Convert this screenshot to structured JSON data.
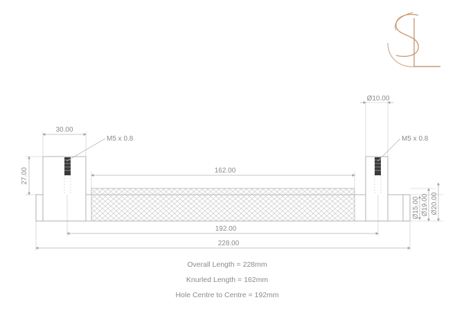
{
  "logo": {
    "text": "SL",
    "color": "#c79a73"
  },
  "dimensions": {
    "post_width": "30.00",
    "post_height": "27.00",
    "knurled_length": "162.00",
    "hole_centres": "192.00",
    "overall_length": "228.00",
    "hole_diameter": "Ø10.00",
    "dia_15": "Ø15.00",
    "dia_19": "Ø19.00",
    "dia_20": "Ø20.00"
  },
  "thread_left": "M5 x 0.8",
  "thread_right": "M5 x 0.8",
  "specs": [
    "Overall Length = 228mm",
    "Knurled Length = 162mm",
    "Hole Centre to Centre = 192mm"
  ],
  "colors": {
    "line": "#b5b5b5",
    "text": "#8a8a8a",
    "accent": "#c79a73"
  }
}
